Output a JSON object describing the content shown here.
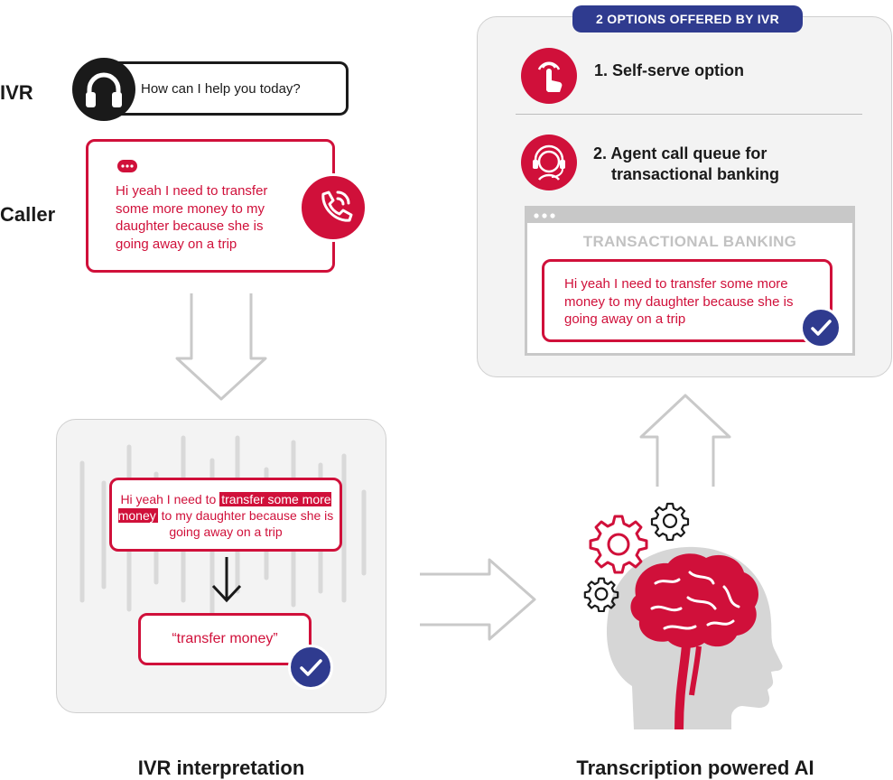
{
  "labels": {
    "ivr": "IVR",
    "caller": "Caller"
  },
  "ivr_bubble": {
    "text": "How can I help you today?"
  },
  "caller_bubble": {
    "text": "Hi yeah I need to transfer some more money to my daughter because she is going away on a trip"
  },
  "interpretation": {
    "utterance_before": "Hi yeah I need to ",
    "utterance_highlight": "transfer some more money",
    "utterance_after": " to my daughter because she is going away on a trip",
    "intent": "“transfer money”"
  },
  "options_panel": {
    "badge": "2 OPTIONS OFFERED BY IVR",
    "option1": "1. Self-serve option",
    "option2_line1": "2. Agent call queue for",
    "option2_line2": "transactional banking",
    "window_title": "TRANSACTIONAL BANKING",
    "window_message": "Hi yeah I need to transfer some more money to my daughter because she is going away on a trip"
  },
  "captions": {
    "left": "IVR interpretation",
    "right": "Transcription powered AI"
  },
  "colors": {
    "accent_red": "#d0103a",
    "check_blue": "#2f3b8f",
    "panel_gray": "#f3f3f3"
  },
  "icons": [
    "headphones-icon",
    "chat-dots-icon",
    "phone-ringing-icon",
    "touch-finger-icon",
    "headset-agent-icon",
    "checkmark-icon",
    "gear-icon",
    "brain-head-icon",
    "arrow-down-icon",
    "arrow-right-icon",
    "arrow-up-icon"
  ]
}
